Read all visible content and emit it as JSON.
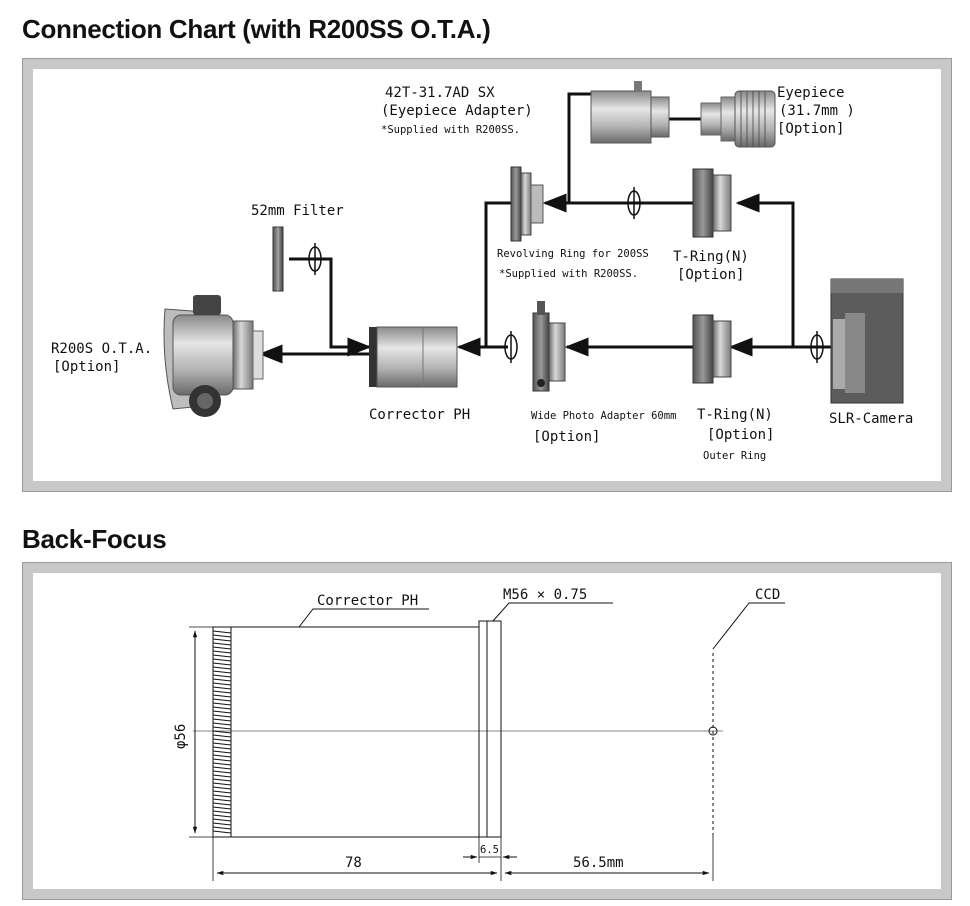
{
  "connection_chart": {
    "title": "Connection Chart (with R200SS O.T.A.)",
    "labels": {
      "adapter_name": "42T-31.7AD SX",
      "adapter_desc": "(Eyepiece Adapter)",
      "adapter_note": "*Supplied with R200SS.",
      "eyepiece_name": "Eyepiece",
      "eyepiece_size": "(31.7mm )",
      "eyepiece_option": "[Option]",
      "filter": "52mm Filter",
      "revolving_name": "Revolving Ring for 200SS",
      "revolving_note": "*Supplied with R200SS.",
      "tring_top_name": "T-Ring(N)",
      "tring_top_option": "[Option]",
      "ota_name": "R200S O.T.A.",
      "ota_option": "[Option]",
      "corrector": "Corrector PH",
      "wide_name": "Wide Photo Adapter 60mm",
      "wide_option": "[Option]",
      "tring_bottom_name": "T-Ring(N)",
      "tring_bottom_option": "[Option]",
      "tring_bottom_note": "Outer Ring",
      "camera": "SLR-Camera"
    }
  },
  "back_focus": {
    "title": "Back-Focus",
    "labels": {
      "corrector": "Corrector PH",
      "thread": "M56 × 0.75",
      "ccd": "CCD",
      "diameter": "φ56",
      "len_corrector": "78",
      "len_ring": "6.5",
      "len_backfocus": "56.5mm"
    }
  }
}
